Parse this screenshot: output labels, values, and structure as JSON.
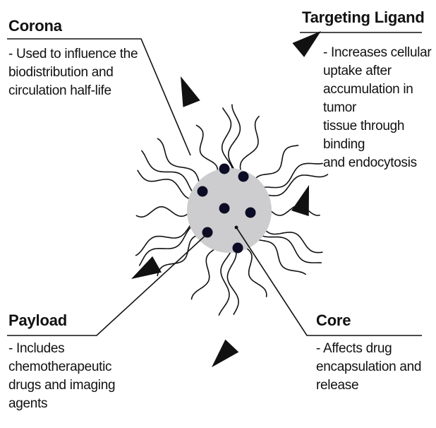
{
  "labels": {
    "corona": {
      "title": "Corona",
      "desc": [
        "- Used to influence the",
        "biodistribution and",
        "circulation half-life"
      ]
    },
    "targeting": {
      "title": "Targeting Ligand",
      "desc": [
        "- Increases cellular",
        "uptake after",
        "accumulation in tumor",
        "tissue through binding",
        "and endocytosis"
      ]
    },
    "payload": {
      "title": "Payload",
      "desc": [
        "- Includes",
        "chemotherapeutic",
        "drugs and imaging",
        "agents"
      ]
    },
    "core": {
      "title": "Core",
      "desc": [
        "- Affects drug",
        "encapsulation and",
        "release"
      ]
    }
  },
  "colors": {
    "core_fill": "#cdcdcf",
    "payload_dot": "#0c0c26",
    "ink": "#111111"
  },
  "icons": {
    "particle": "nanoparticle-icon",
    "arrow": "arrowhead-icon"
  }
}
